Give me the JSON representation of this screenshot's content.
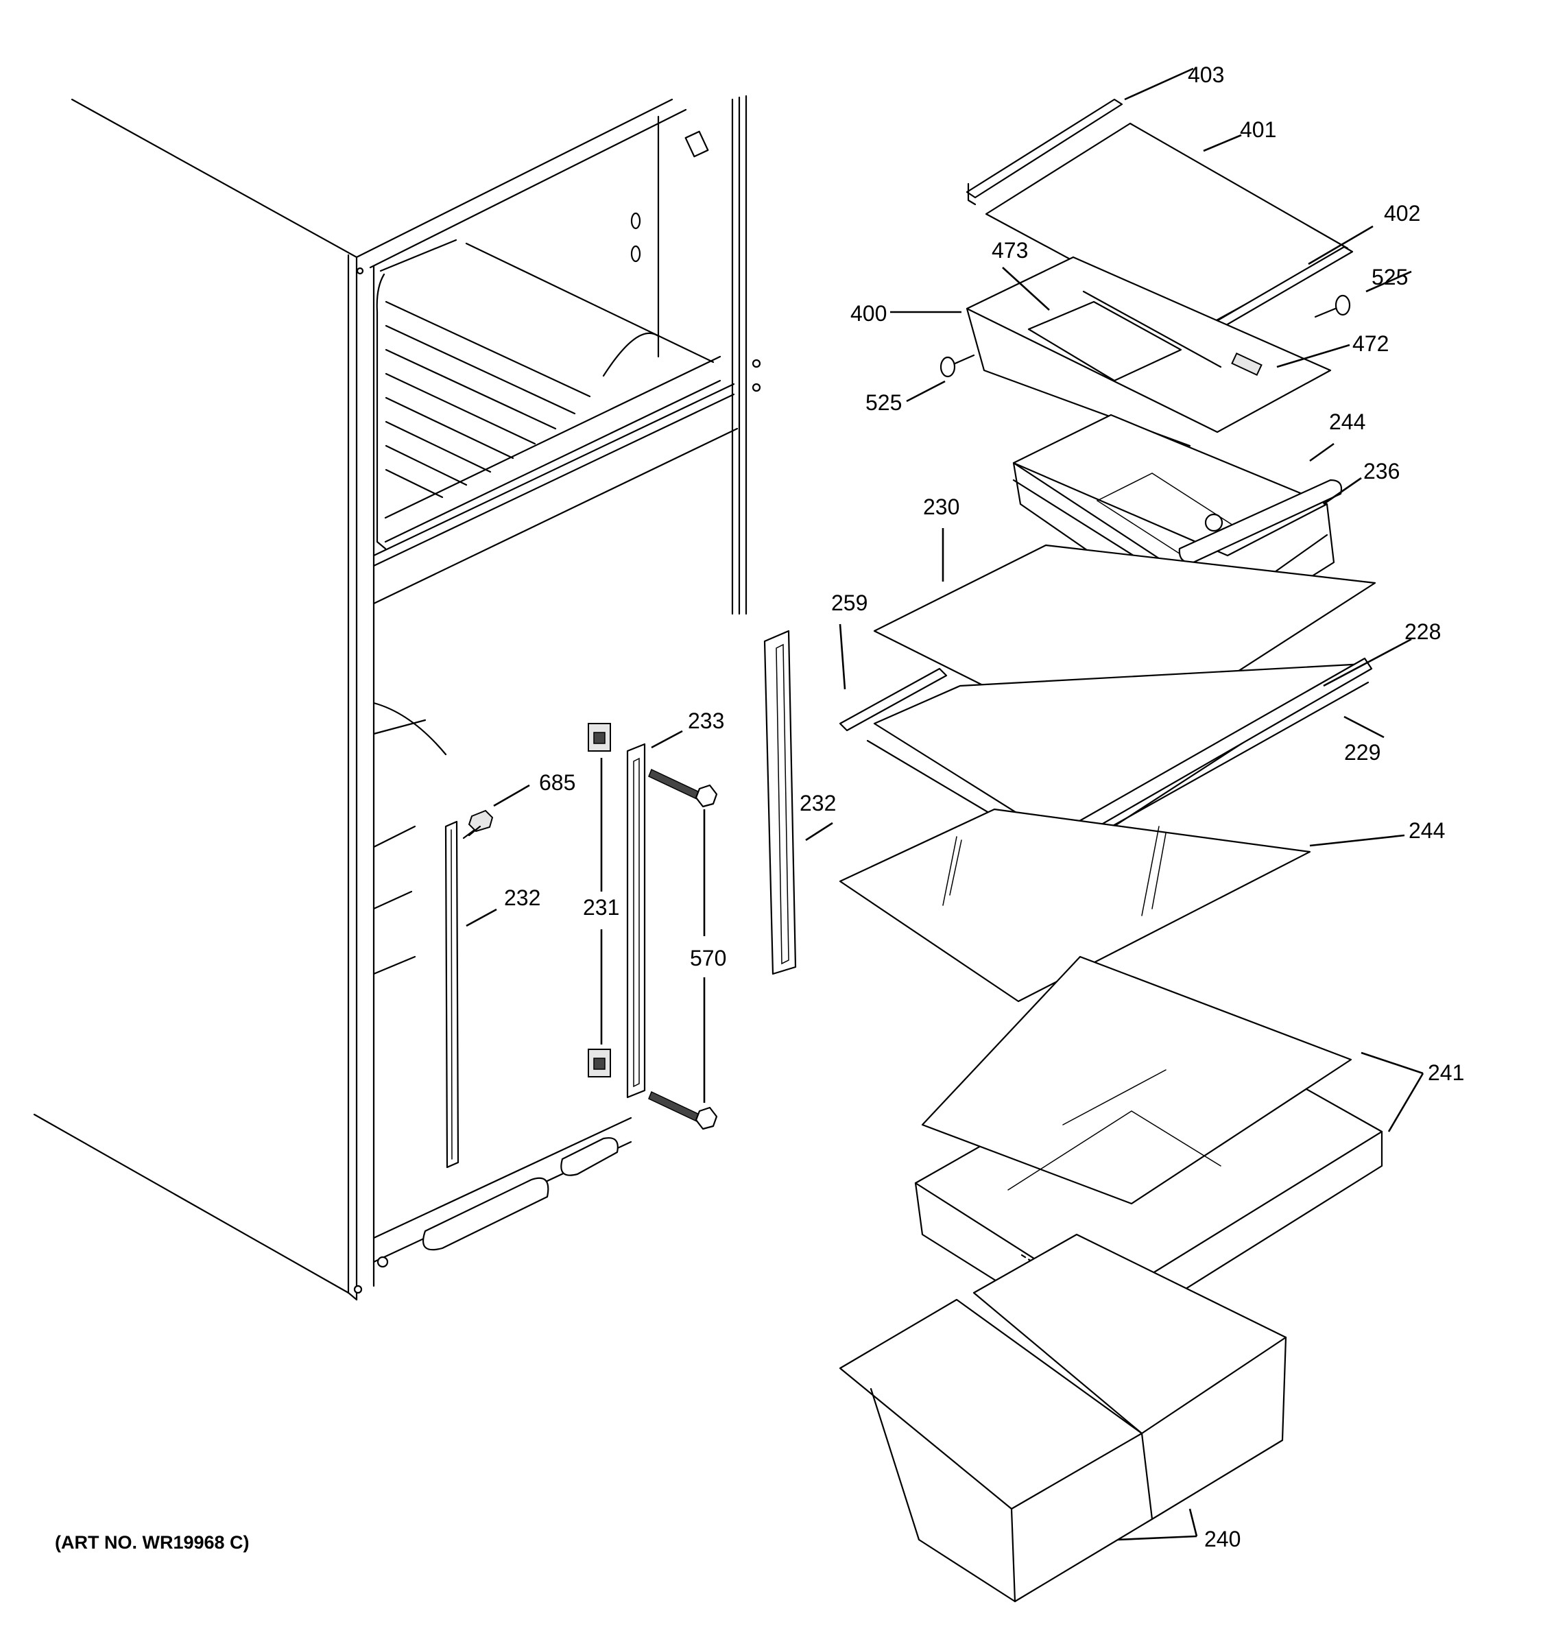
{
  "art_number": "(ART NO. WR19968 C)",
  "callouts": {
    "c403": "403",
    "c401": "401",
    "c402": "402",
    "c525a": "525",
    "c473": "473",
    "c400": "400",
    "c472": "472",
    "c525b": "525",
    "c244a": "244",
    "c236": "236",
    "c230": "230",
    "c259": "259",
    "c228": "228",
    "c233": "233",
    "c229": "229",
    "c685": "685",
    "c232a": "232",
    "c244b": "244",
    "c232b": "232",
    "c231": "231",
    "c570": "570",
    "c241": "241",
    "c240": "240"
  }
}
